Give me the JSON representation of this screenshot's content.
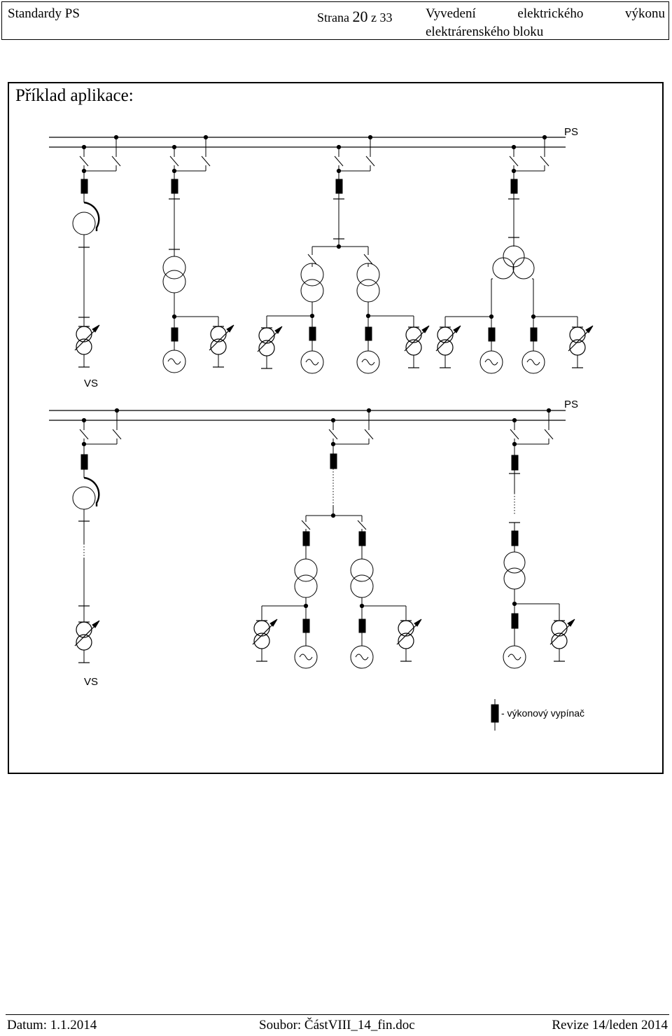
{
  "header": {
    "left": "Standardy PS",
    "page_prefix": "Strana",
    "page_num": "20",
    "page_of": "z",
    "page_total": "33",
    "title_w1": "Vyvedení",
    "title_w2": "elektrického",
    "title_w3": "výkonu",
    "title_line2": "elektrárenského bloku"
  },
  "section_title": "Příklad aplikace:",
  "diagram": {
    "ps_label": "PS",
    "vs_label": "VS",
    "legend_text": "- výkonový vypínač"
  },
  "footer": {
    "date": "Datum: 1.1.2014",
    "file": "Soubor: ČástVIII_14_fin.doc",
    "revision": "Revize 14/leden 2014"
  }
}
